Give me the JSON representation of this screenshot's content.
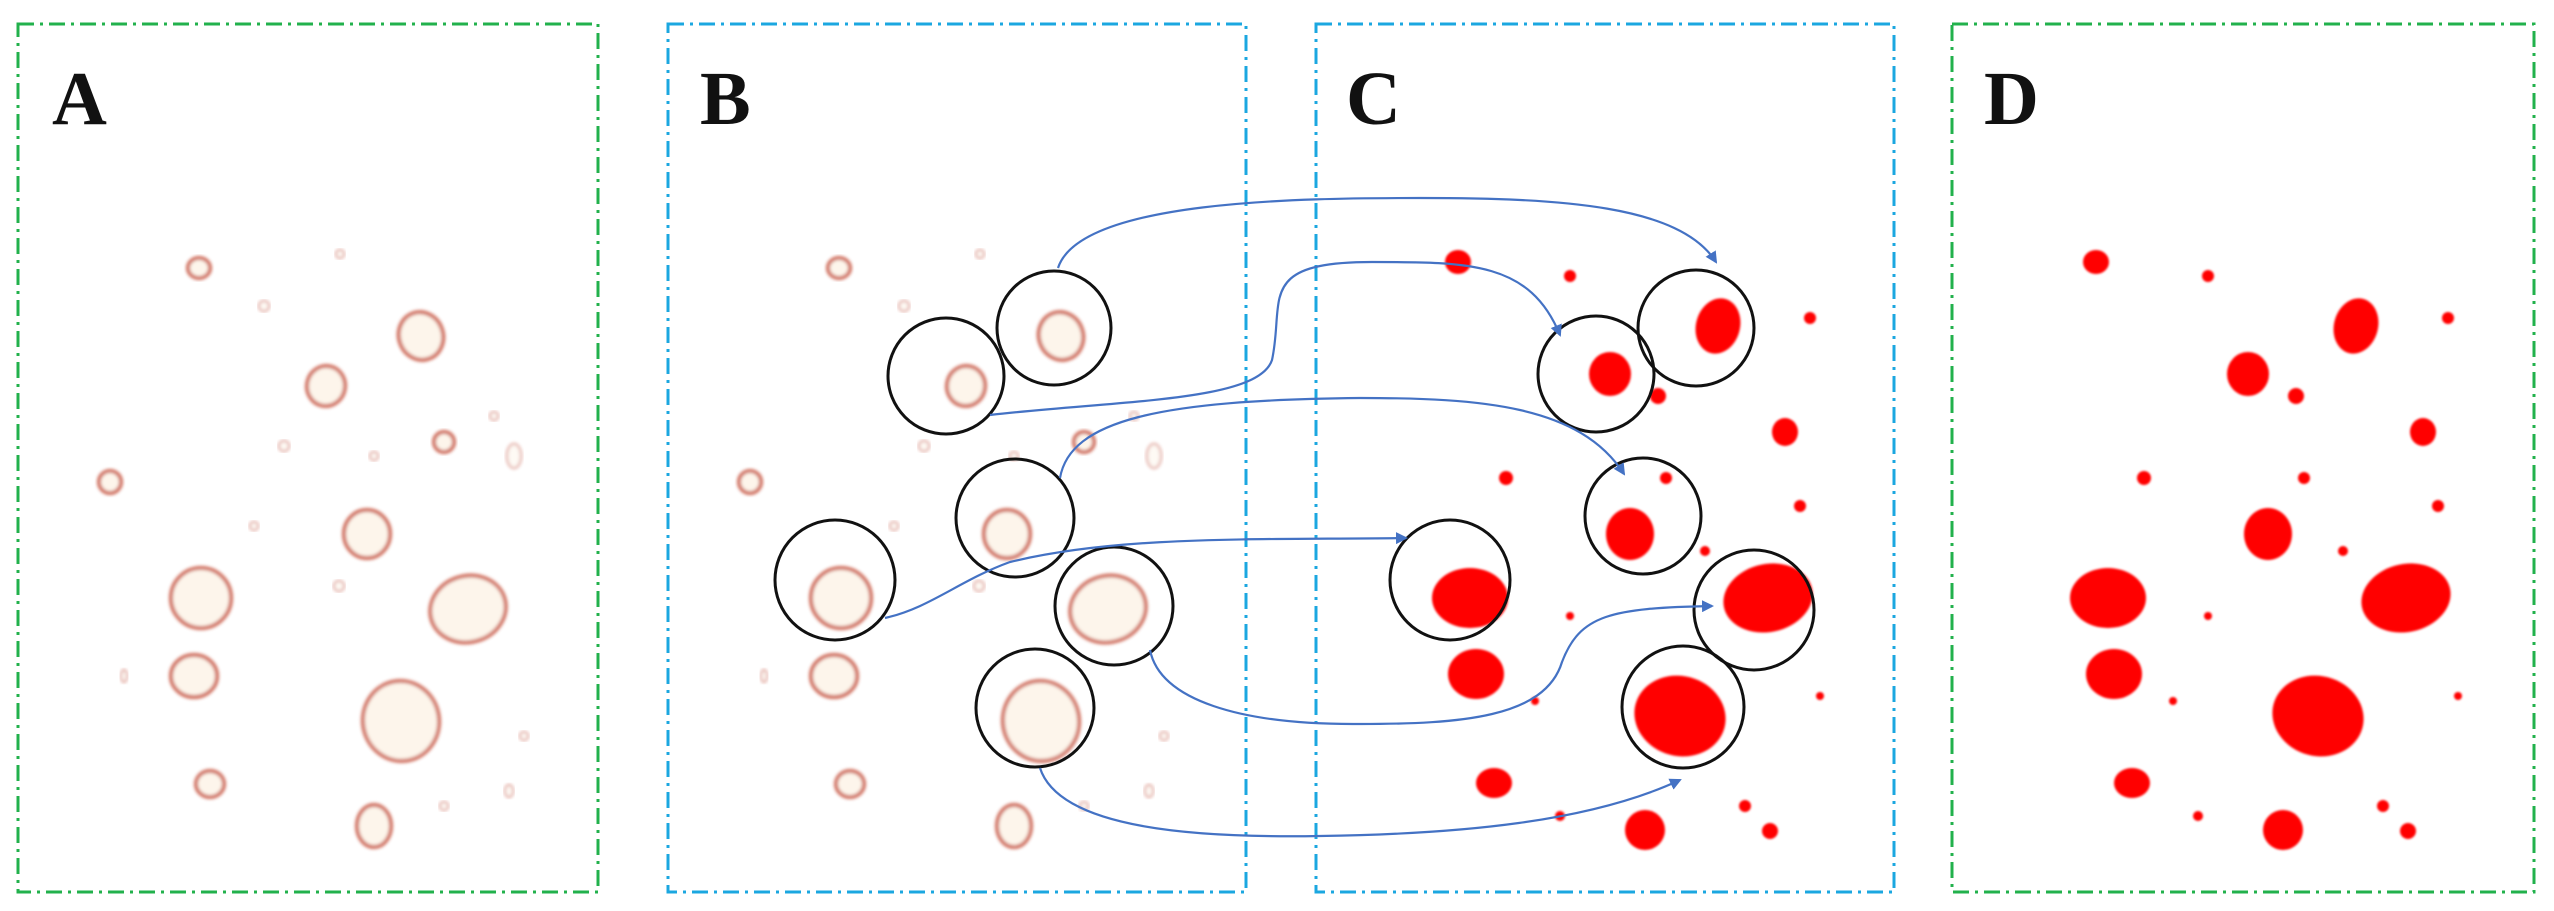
{
  "panels": [
    {
      "id": "A",
      "label": "A",
      "border_color": "#22b14c"
    },
    {
      "id": "B",
      "label": "B",
      "border_color": "#1ba7e0"
    },
    {
      "id": "C",
      "label": "C",
      "border_color": "#1ba7e0"
    },
    {
      "id": "D",
      "label": "D",
      "border_color": "#22b14c"
    }
  ],
  "colors": {
    "ring": "#c8523c",
    "ring_fill": "#fdf4e8",
    "blob": "#ff0000",
    "highlight_circle": "#111111",
    "arrow": "#4472c4",
    "background": "#ffffff"
  },
  "icons": {
    "ring_cell": "hollow-ring-cell-icon",
    "filled_cell": "filled-red-blob-icon",
    "arrow": "curved-arrow-icon"
  }
}
